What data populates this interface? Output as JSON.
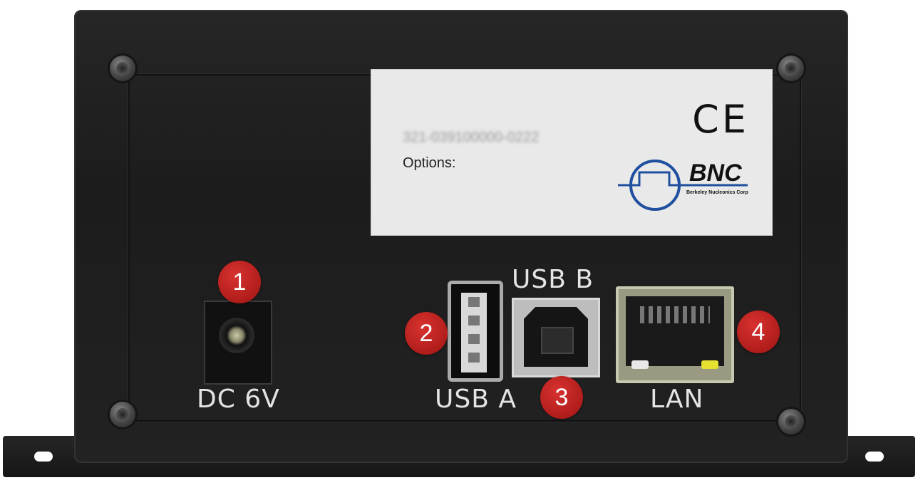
{
  "label": {
    "ce_mark": "CE",
    "serial": "321-039100000-0222",
    "options_label": "Options:",
    "brand": "BNC",
    "brand_subtitle": "Berkeley Nucleonics Corp"
  },
  "ports": {
    "dc": {
      "label": "DC 6V",
      "badge": "1"
    },
    "usb_a": {
      "label": "USB A",
      "badge": "2"
    },
    "usb_b": {
      "label": "USB B",
      "badge": "3"
    },
    "lan": {
      "label": "LAN",
      "badge": "4"
    }
  },
  "colors": {
    "badge": "#c0221f",
    "led_left": "#e8e8e8",
    "led_right": "#e6e030"
  }
}
